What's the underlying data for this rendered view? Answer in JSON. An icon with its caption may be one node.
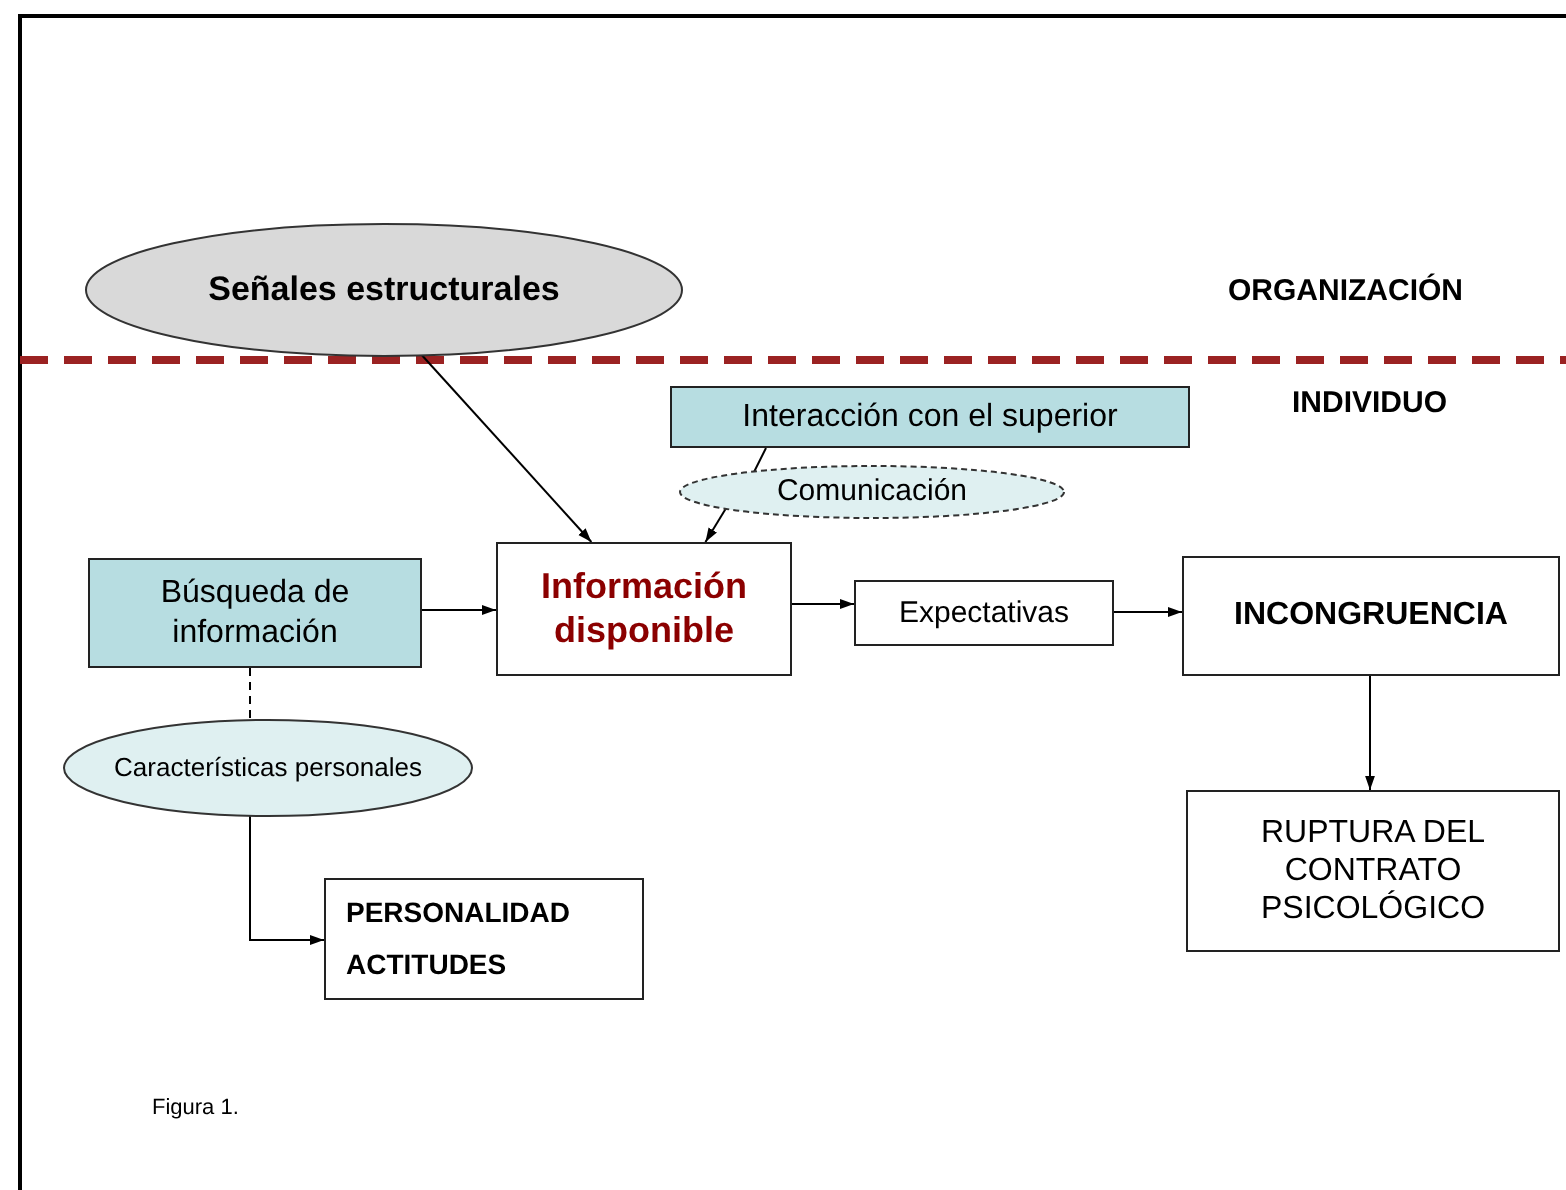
{
  "diagram": {
    "caption": "Figura 1.",
    "nodes": [
      {
        "text": [
          "Señales estructurales"
        ]
      },
      {
        "text": [
          "Interacción con el superior"
        ]
      },
      {
        "text": [
          "Comunicación"
        ]
      },
      {
        "text": [
          "Búsqueda de información"
        ]
      },
      {
        "text": [
          "Información disponible"
        ]
      },
      {
        "text": [
          "Expectativas"
        ]
      },
      {
        "text": [
          "INCONGRUENCIA"
        ]
      },
      {
        "text": [
          "Características personales"
        ]
      },
      {
        "text": [
          "PERSONALIDAD",
          "ACTITUDES"
        ]
      },
      {
        "text": [
          "RUPTURA DEL CONTRATO PSICOLÓGICO"
        ]
      }
    ],
    "edges": [
      {
        "from": 0,
        "to": 4,
        "arrow": "to"
      },
      {
        "from": 1,
        "to": 2,
        "arrow": "none"
      },
      {
        "from": 2,
        "to": 4,
        "arrow": "to"
      },
      {
        "from": 3,
        "to": 4,
        "arrow": "to"
      },
      {
        "from": 4,
        "to": 5,
        "arrow": "to"
      },
      {
        "from": 5,
        "to": 6,
        "arrow": "to"
      },
      {
        "from": 6,
        "to": 9,
        "arrow": "to"
      },
      {
        "from": 3,
        "to": 7,
        "arrow": "none",
        "style": "dashed"
      },
      {
        "from": 7,
        "to": 8,
        "arrow": "to"
      }
    ],
    "labels": [
      "ORGANIZACIÓN",
      "INDIVIDUO"
    ]
  }
}
